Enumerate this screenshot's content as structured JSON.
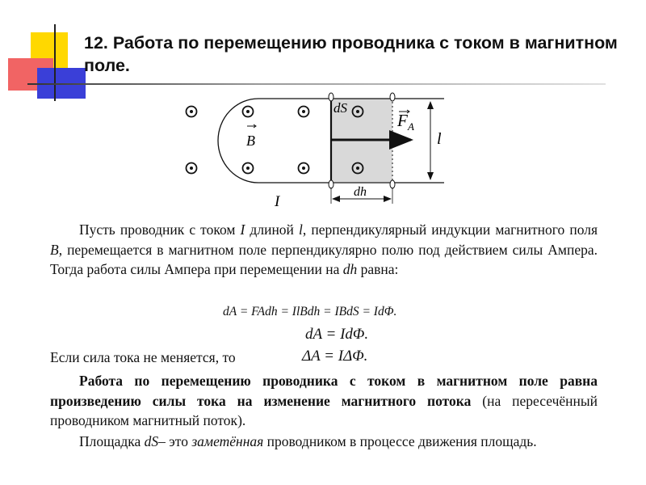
{
  "title": "12. Работа по перемещению проводника с током в магнитном поле.",
  "diagram": {
    "label_dS": "dS",
    "label_FA": "F",
    "label_FA_sub": "A",
    "label_l": "l",
    "label_B": "B",
    "label_I": "I",
    "label_dh": "dh"
  },
  "text": {
    "p1_a": "Пусть проводник с током ",
    "p1_I": "I",
    "p1_b": " длиной ",
    "p1_l": "l",
    "p1_c": ", перпендикулярный индукции магнитного поля ",
    "p1_B": "B",
    "p1_d": ", перемещается в магнитном поле перпендикулярно полю под действием силы Ампера. Тогда работа силы Ампера при перемещении на ",
    "p1_dh": "dh",
    "p1_e": " равна:",
    "formula1": "dA = FAdh = IlBdh = IBdS = IdΦ.",
    "formula2": "dA = IdΦ.",
    "line_const": "Если сила тока не меняется, то",
    "formula3": "ΔA = IΔΦ.",
    "bold_para": "Работа по перемещению проводника с током в магнитном поле равна произведению силы тока на изменение магнитного потока",
    "bold_tail": " (на пересечённый проводником магнитный поток).",
    "p3_a": "Площадка ",
    "p3_dS": "dS",
    "p3_b": "– это ",
    "p3_swept": "заметённая",
    "p3_c": " проводником в процессе движения площадь."
  },
  "colors": {
    "yellow": "#ffd800",
    "red": "#f16464",
    "blue": "#3a3fd8",
    "shade": "#d9d9d9"
  }
}
